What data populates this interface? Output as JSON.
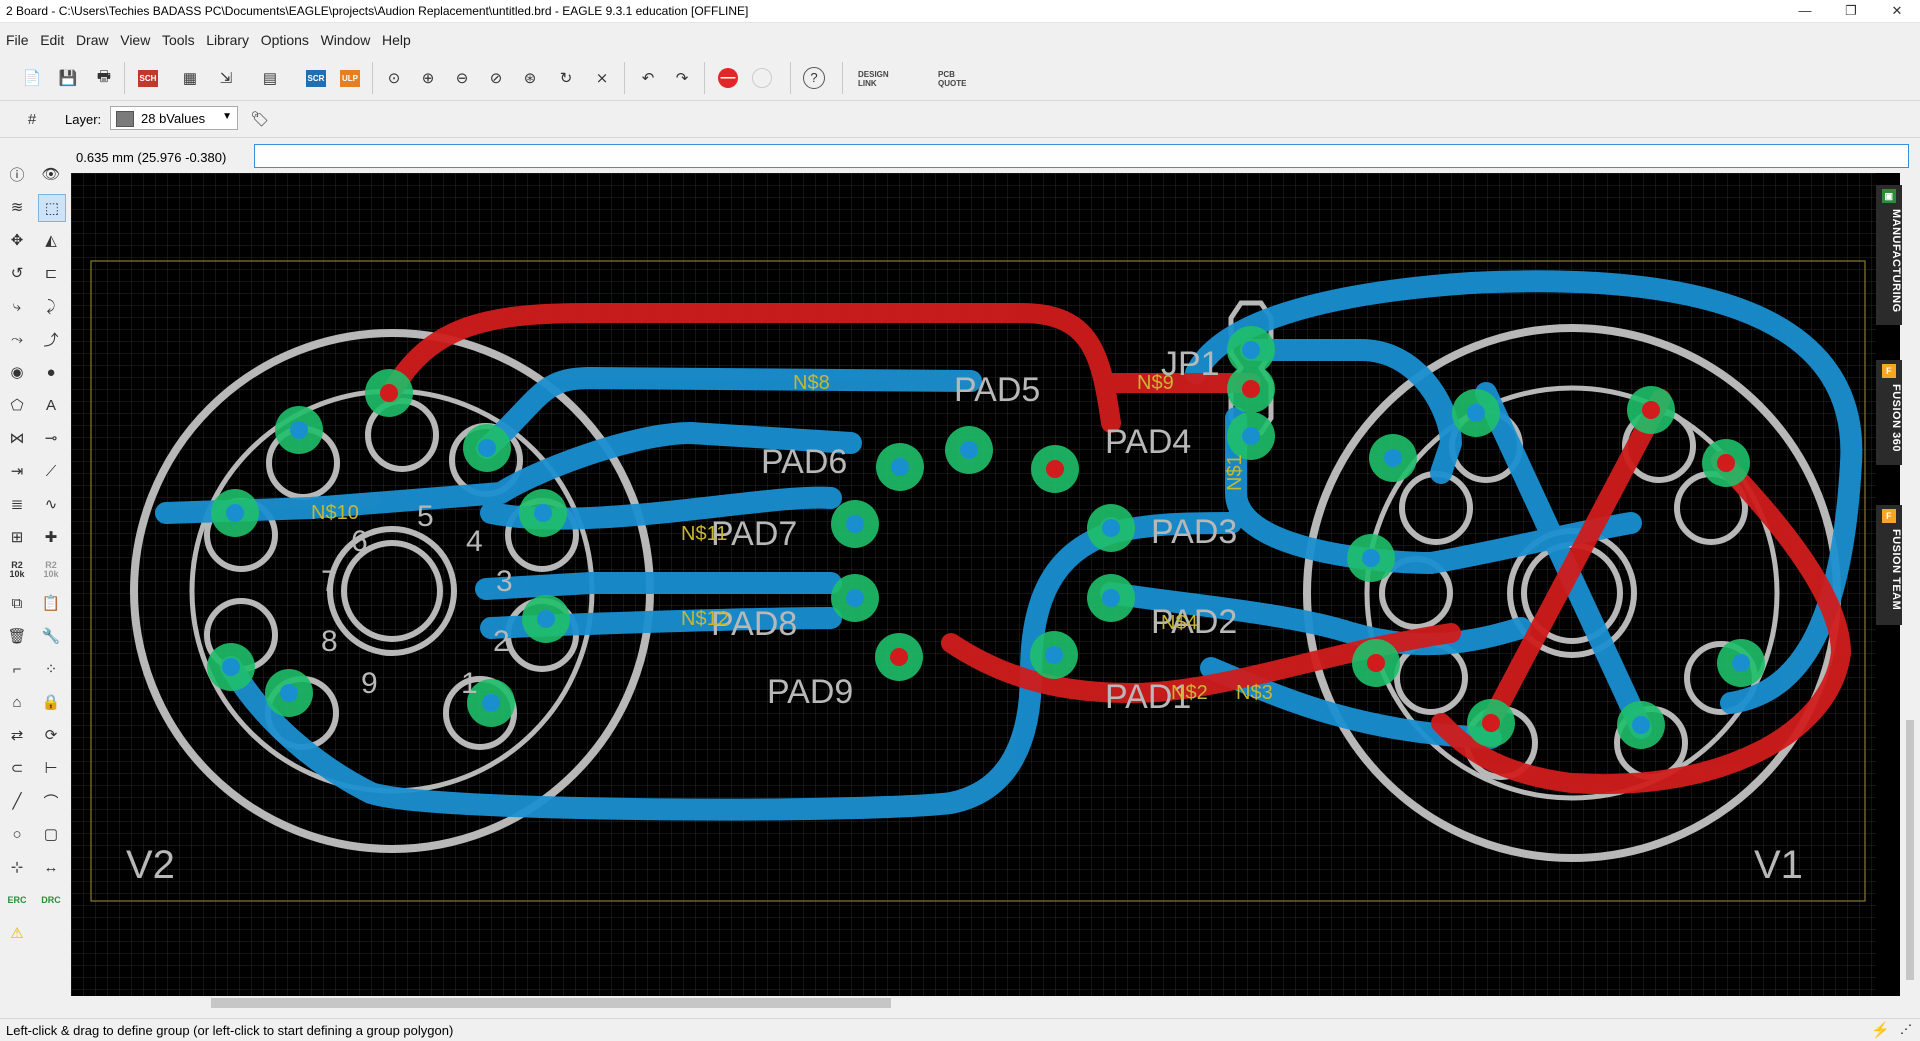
{
  "window": {
    "title": "2 Board - C:\\Users\\Techies BADASS PC\\Documents\\EAGLE\\projects\\Audion Replacement\\untitled.brd - EAGLE 9.3.1 education [OFFLINE]",
    "minimize": "—",
    "maximize": "❐",
    "close": "✕"
  },
  "menu": [
    "File",
    "Edit",
    "Draw",
    "View",
    "Tools",
    "Library",
    "Options",
    "Window",
    "Help"
  ],
  "toolbar": {
    "design_link": "DESIGN\nLINK",
    "pcb_quote": "PCB\nQUOTE",
    "sch_label": "SCH",
    "scr_label": "SCR",
    "ulp_label": "ULP",
    "help_label": "?"
  },
  "layer": {
    "label": "Layer:",
    "value": "28 bValues",
    "color": "#7b7b7b"
  },
  "command": {
    "coordinates": "0.635 mm (25.976 -0.380)",
    "value": ""
  },
  "side_tabs": [
    "MANUFACTURING",
    "FUSION 360",
    "FUSION TEAM"
  ],
  "left_tools": {
    "r2_label": "R2",
    "r2_sub": "10k",
    "erc_label": "ERC",
    "drc_label": "DRC"
  },
  "board": {
    "colors": {
      "top": "#d01c1c",
      "bottom": "#1a8fd0",
      "pad": "#1fbf6a",
      "silk": "#b8b8b8",
      "name": "#c8b830"
    },
    "parts": {
      "v1": "V1",
      "v2": "V2",
      "jp1": "JP1",
      "pad1": "PAD1",
      "pad2": "PAD2",
      "pad3": "PAD3",
      "pad4": "PAD4",
      "pad5": "PAD5",
      "pad6": "PAD6",
      "pad7": "PAD7",
      "pad8": "PAD8",
      "pad9": "PAD9"
    },
    "nets": [
      "N$8",
      "N$9",
      "N$10",
      "N$4",
      "N$2",
      "N$3",
      "N$12",
      "N$11",
      "N$1"
    ],
    "pin_numbers": [
      "1",
      "2",
      "3",
      "4",
      "5",
      "6",
      "7",
      "8",
      "9"
    ]
  },
  "status": {
    "text": "Left-click & drag to define group (or left-click to start defining a group polygon)"
  }
}
